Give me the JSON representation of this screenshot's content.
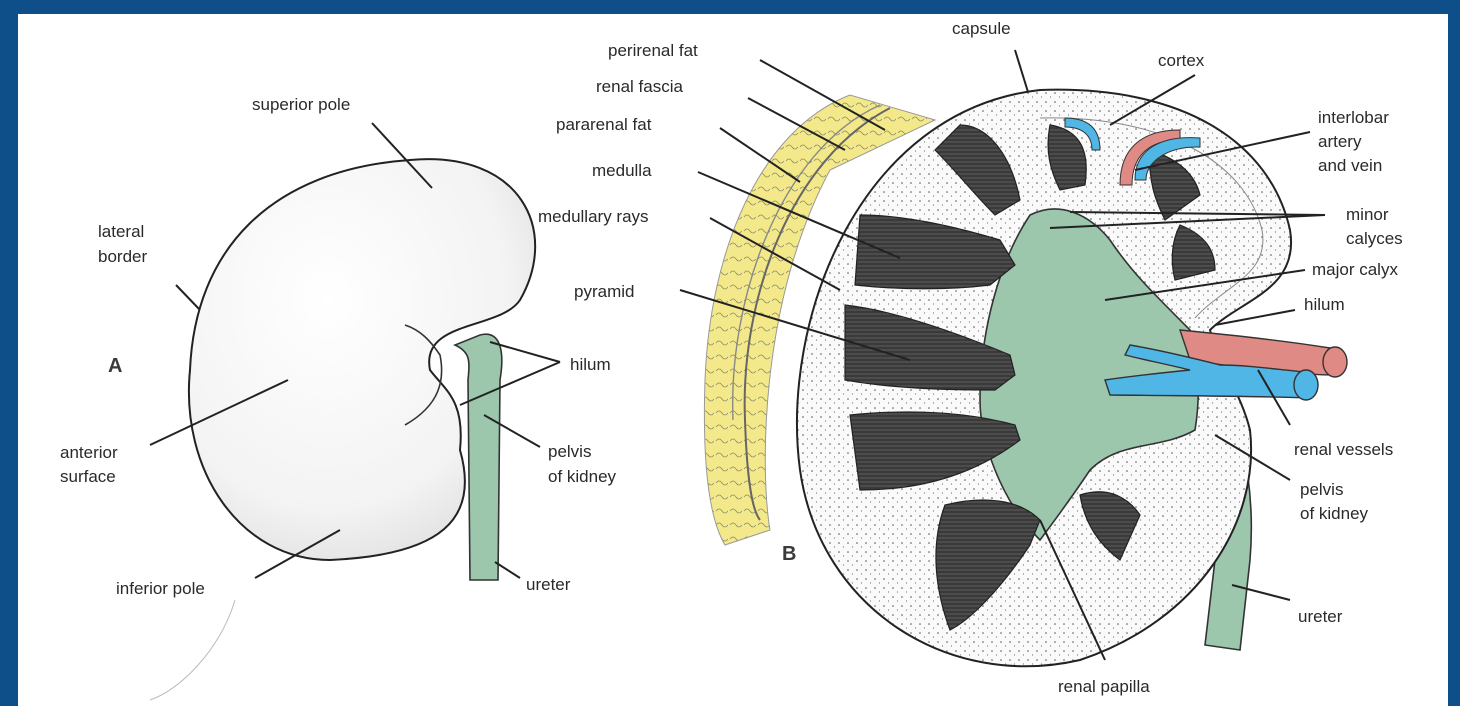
{
  "colors": {
    "frame": "#0e4f8a",
    "fat": "#f3e98a",
    "pelvis": "#9cc7ad",
    "artery": "#e08a86",
    "vein": "#4fb6e6",
    "pyramid": "#3a3a3a"
  },
  "panel_a": {
    "letter": "A",
    "labels": {
      "superior_pole": "superior pole",
      "lateral_border_1": "lateral",
      "lateral_border_2": "border",
      "hilum": "hilum",
      "anterior_surface_1": "anterior",
      "anterior_surface_2": "surface",
      "pelvis_1": "pelvis",
      "pelvis_2": "of kidney",
      "inferior_pole": "inferior pole",
      "ureter": "ureter"
    }
  },
  "panel_b": {
    "letter": "B",
    "labels": {
      "capsule": "capsule",
      "perirenal_fat": "perirenal fat",
      "renal_fascia": "renal fascia",
      "pararenal_fat": "pararenal fat",
      "medulla": "medulla",
      "medullary_rays": "medullary rays",
      "pyramid": "pyramid",
      "cortex": "cortex",
      "interlobar_1": "interlobar",
      "interlobar_2": "artery",
      "interlobar_3": "and vein",
      "minor_calyces_1": "minor",
      "minor_calyces_2": "calyces",
      "major_calyx": "major calyx",
      "hilum": "hilum",
      "renal_vessels": "renal vessels",
      "pelvis_1": "pelvis",
      "pelvis_2": "of kidney",
      "ureter": "ureter",
      "renal_papilla": "renal papilla"
    }
  }
}
